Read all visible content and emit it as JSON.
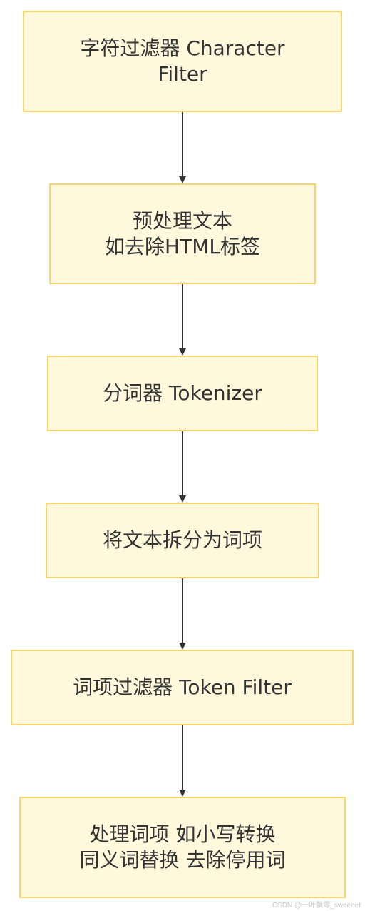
{
  "colors": {
    "node_fill": "#fff8dc",
    "node_border": "#f5d76e",
    "text": "#333333",
    "edge": "#333333"
  },
  "nodes": [
    {
      "id": "n1",
      "label": "字符过滤器 Character\nFilter"
    },
    {
      "id": "n2",
      "label": "预处理文本\n如去除HTML标签"
    },
    {
      "id": "n3",
      "label": "分词器 Tokenizer"
    },
    {
      "id": "n4",
      "label": "将文本拆分为词项"
    },
    {
      "id": "n5",
      "label": "词项过滤器 Token Filter"
    },
    {
      "id": "n6",
      "label": "处理词项 如小写转换\n同义词替换 去除停用词"
    }
  ],
  "edges": [
    {
      "from": "n1",
      "to": "n2"
    },
    {
      "from": "n2",
      "to": "n3"
    },
    {
      "from": "n3",
      "to": "n4"
    },
    {
      "from": "n4",
      "to": "n5"
    },
    {
      "from": "n5",
      "to": "n6"
    }
  ],
  "watermark": "CSDN @一叶飘零_sweeeet"
}
